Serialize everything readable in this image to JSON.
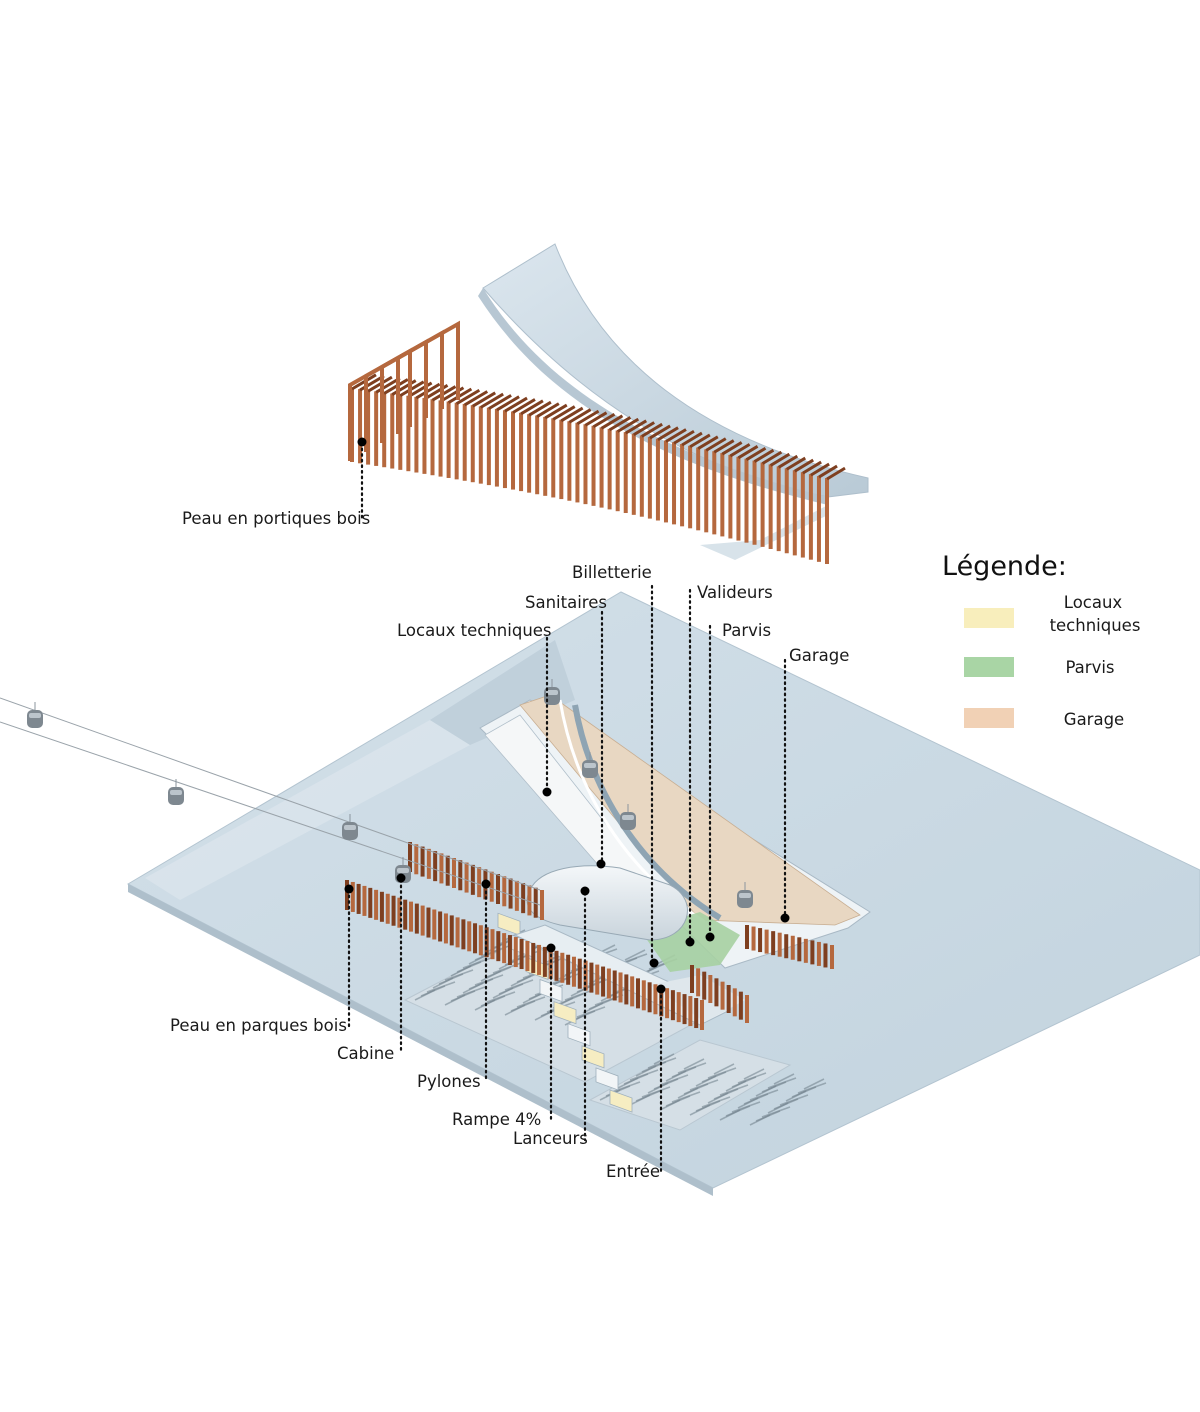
{
  "legend": {
    "title": "Légende:",
    "items": [
      {
        "line1": "Locaux",
        "line2": "techniques",
        "color": "#f8eebc"
      },
      {
        "line1": "Parvis",
        "line2": "",
        "color": "#a9d5a5"
      },
      {
        "line1": "Garage",
        "line2": "",
        "color": "#f1d1b5"
      }
    ]
  },
  "labels": {
    "peau_portiques": "Peau en portiques bois",
    "billetterie": "Billetterie",
    "valideurs": "Valideurs",
    "sanitaires": "Sanitaires",
    "parvis": "Parvis",
    "locaux_techniques": "Locaux techniques",
    "garage": "Garage",
    "peau_parques": "Peau en parques bois",
    "cabine": "Cabine",
    "pylones": "Pylones",
    "rampe": "Rampe 4%",
    "lanceurs": "Lanceurs",
    "entree": "Entrée"
  },
  "colors": {
    "wood": "#b5683e",
    "wood_dark": "#7e3f20",
    "base": "#c9d8e2",
    "base_light": "#e3ebf1",
    "roof": "#cfdde7"
  }
}
